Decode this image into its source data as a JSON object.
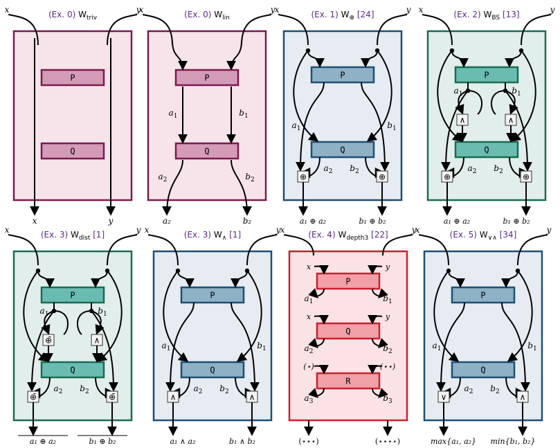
{
  "inputs": {
    "x": "x",
    "y": "y"
  },
  "panels": [
    {
      "id": "triv",
      "title": {
        "prefix": "(Ex. 0)",
        "name": "W",
        "sub": "triv",
        "ref": ""
      },
      "style": "pink",
      "kind": "triv",
      "boxes": [
        "P",
        "Q"
      ],
      "outputs": {
        "left": "x",
        "right": "y"
      }
    },
    {
      "id": "lin",
      "title": {
        "prefix": "(Ex. 0)",
        "name": "W",
        "sub": "lin",
        "ref": ""
      },
      "style": "pink",
      "kind": "lin",
      "boxes": [
        "P",
        "Q"
      ],
      "wire_labels": {
        "a1": "a",
        "b1": "b",
        "a2": "a",
        "b2": "b"
      },
      "outputs": {
        "left": "a₂",
        "right": "b₂"
      }
    },
    {
      "id": "xor",
      "title": {
        "prefix": "(Ex. 1)",
        "name": "W",
        "sub": "⊕",
        "ref": "[24]"
      },
      "style": "blue",
      "kind": "gate",
      "boxes": [
        "P",
        "Q"
      ],
      "gate_labels": {
        "a1": "a",
        "b1": "b",
        "a2": "a",
        "b2": "b"
      },
      "bottom_gates": [
        "⊕",
        "⊕"
      ],
      "outputs": {
        "left": "a₁ ⊕ a₂",
        "right": "b₁ ⊕ b₂"
      }
    },
    {
      "id": "bs",
      "title": {
        "prefix": "(Ex. 2)",
        "name": "W",
        "sub": "BS",
        "ref": "[13]"
      },
      "style": "green",
      "kind": "mid",
      "boxes": [
        "P",
        "Q"
      ],
      "mid_gates": [
        "∧",
        "∧"
      ],
      "bottom_gates": [
        "⊕",
        "⊕"
      ],
      "outputs": {
        "left": "a₁ ⊕ a₂",
        "right": "b₁ ⊕ b₂"
      }
    },
    {
      "id": "dist",
      "title": {
        "prefix": "(Ex. 3)",
        "name": "W",
        "sub": "dist",
        "ref": "[1]"
      },
      "style": "green",
      "kind": "mid",
      "boxes": [
        "P",
        "Q"
      ],
      "mid_gates": [
        "⊕̄",
        "∧"
      ],
      "bottom_gates": [
        "⊕̄",
        "⊕̄"
      ],
      "outputs": {
        "left": "a₁ ⊕ a₂",
        "right": "b₁ ⊕ b₂"
      }
    },
    {
      "id": "and",
      "title": {
        "prefix": "(Ex. 3)",
        "name": "W",
        "sub": "∧",
        "ref": "[1]"
      },
      "style": "blue",
      "kind": "gate",
      "boxes": [
        "P",
        "Q"
      ],
      "bottom_gates": [
        "∧",
        "∧"
      ],
      "outputs": {
        "left": "a₁ ∧ a₂",
        "right": "b₁ ∧ b₂"
      }
    },
    {
      "id": "depth3",
      "title": {
        "prefix": "(Ex. 4)",
        "name": "W",
        "sub": "depth3",
        "ref": "[22]"
      },
      "style": "red",
      "kind": "depth3",
      "boxes": [
        "P",
        "Q",
        "R"
      ],
      "mid_labels": {
        "star_left": "(⋆)",
        "star_right": "(⋆⋆)"
      },
      "outputs": {
        "left": "(⋆⋆⋆)",
        "right": "(⋆⋆⋆⋆)"
      }
    },
    {
      "id": "orand",
      "title": {
        "prefix": "(Ex. 5)",
        "name": "W",
        "sub": "∨∧",
        "ref": "[34]"
      },
      "style": "blue",
      "kind": "gate",
      "boxes": [
        "P",
        "Q"
      ],
      "bottom_gates": [
        "∨",
        "∧"
      ],
      "outputs": {
        "left": "max{a₁, a₂}",
        "right": "min{b₁, b₂}"
      }
    }
  ],
  "colors": {
    "pink": {
      "border": "#7a1a4f",
      "fill": "#f6e4ea",
      "box": "#d49bb6",
      "box_border": "#7a1a4f"
    },
    "blue": {
      "border": "#1d4f74",
      "fill": "#e6ecf1",
      "box": "#8fb1c6",
      "box_border": "#1d4f74"
    },
    "green": {
      "border": "#1a6b55",
      "fill": "#e1eeeb",
      "box": "#6bbcb0",
      "box_border": "#1a6b55"
    },
    "red": {
      "border": "#c8202f",
      "fill": "#fbe3e5",
      "box": "#f0a0a6",
      "box_border": "#c8202f"
    },
    "title_prefix": "#5b2a86",
    "wire": "#000000"
  }
}
